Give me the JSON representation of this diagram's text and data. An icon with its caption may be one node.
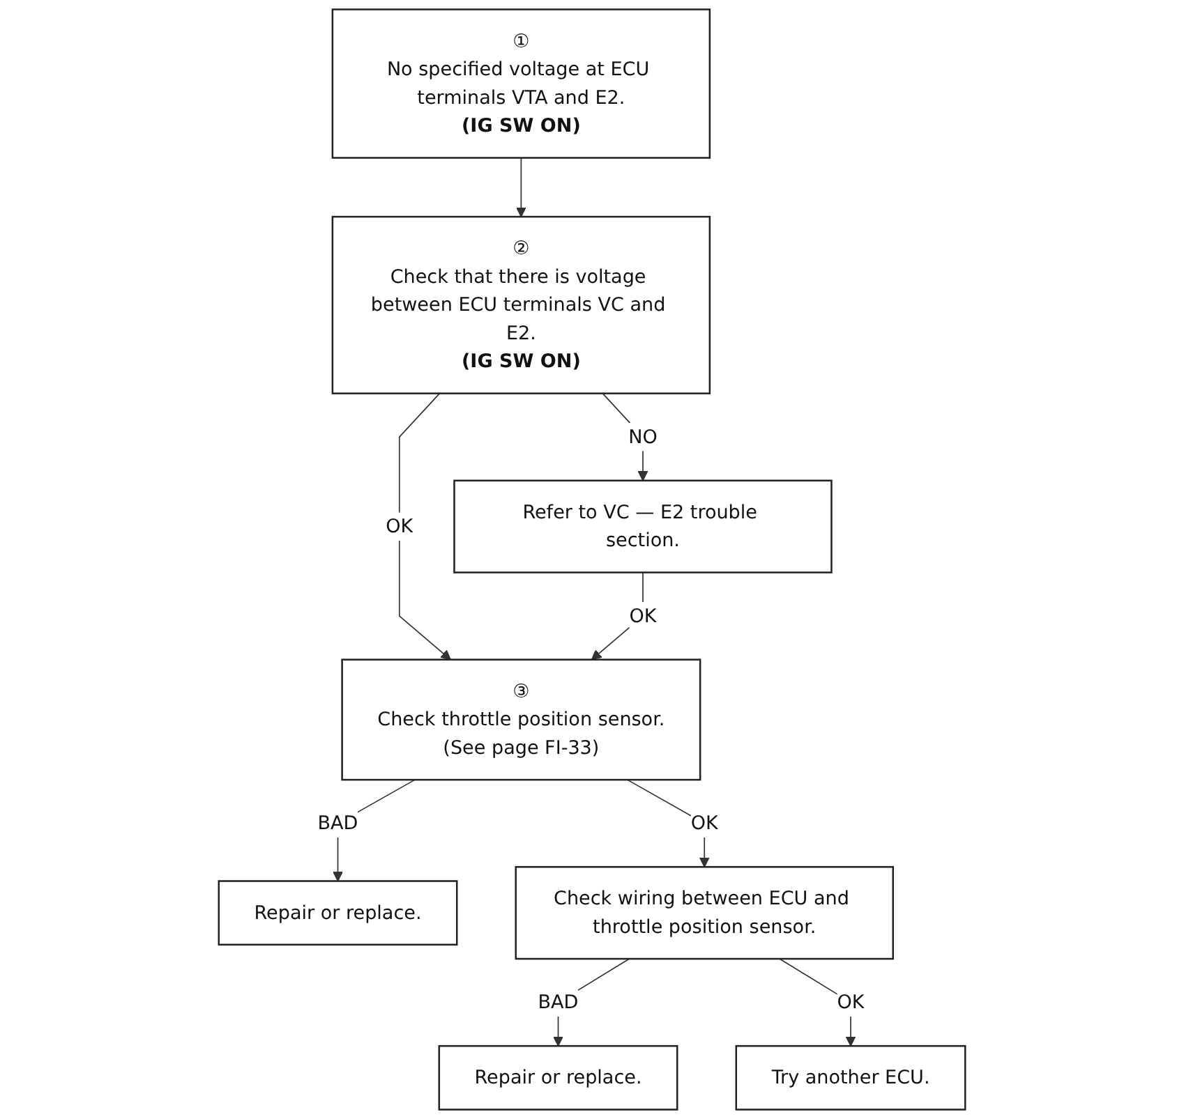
{
  "diagram": {
    "nodes": [
      {
        "text": [
          "①",
          "No specified voltage at ECU terminals VTA and E2.",
          "(IG SW ON)"
        ]
      },
      {
        "text": [
          "②",
          "Check that there is voltage between ECU terminals VC and E2.",
          "(IG SW ON)"
        ]
      },
      {
        "text": [
          "Refer to VC — E2 trouble section."
        ]
      },
      {
        "text": [
          "③",
          "Check throttle position sensor.",
          "(See page FI-33)"
        ]
      },
      {
        "text": [
          "Repair or replace."
        ]
      },
      {
        "text": [
          "Check wiring between ECU and throttle position sensor."
        ]
      },
      {
        "text": [
          "Repair or replace."
        ]
      },
      {
        "text": [
          "Try another ECU."
        ]
      }
    ],
    "edges": [
      {
        "from": 0,
        "to": 1,
        "arrow": "to"
      },
      {
        "from": 1,
        "to": 2,
        "arrow": "to",
        "label": "NO"
      },
      {
        "from": 1,
        "to": 3,
        "arrow": "to",
        "label": "OK"
      },
      {
        "from": 2,
        "to": 3,
        "arrow": "to",
        "label": "OK"
      },
      {
        "from": 3,
        "to": 4,
        "arrow": "to",
        "label": "BAD"
      },
      {
        "from": 3,
        "to": 5,
        "arrow": "to",
        "label": "OK"
      },
      {
        "from": 5,
        "to": 6,
        "arrow": "to",
        "label": "BAD"
      },
      {
        "from": 5,
        "to": 7,
        "arrow": "to",
        "label": "OK"
      }
    ]
  }
}
